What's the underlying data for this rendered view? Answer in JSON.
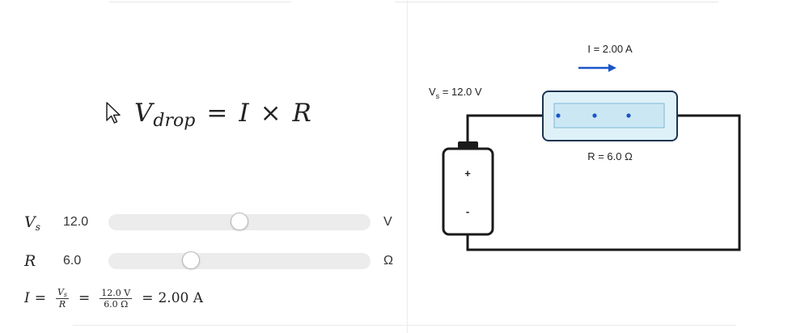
{
  "equation": {
    "lhs_var": "V",
    "lhs_sub": "drop",
    "equals": "=",
    "var_i": "I",
    "times": "×",
    "var_r": "R"
  },
  "controls": {
    "vs": {
      "symbol": "V",
      "symbol_sub": "s",
      "value": "12.0",
      "unit": "V",
      "fraction": 0.5
    },
    "r": {
      "symbol": "R",
      "value": "6.0",
      "unit": "Ω",
      "fraction": 0.3
    }
  },
  "formula": {
    "lhs": "I",
    "eq1": "=",
    "frac1_num": "V",
    "frac1_num_sub": "s",
    "frac1_den": "R",
    "eq2": "=",
    "frac2_num": "12.0 V",
    "frac2_den": "6.0 Ω",
    "eq3": "=",
    "result": "2.00 A"
  },
  "circuit": {
    "current_label": "I = 2.00 A",
    "voltage_label_prefix": "V",
    "voltage_label_sub": "s",
    "voltage_label_suffix": " = 12.0 V",
    "resistance_label": "R = 6.0 Ω",
    "battery_plus": "+",
    "battery_minus": "-",
    "colors": {
      "arrow": "#1a56c8",
      "resistor_fill": "#dff1f8",
      "resistor_border": "#1b3550",
      "charge": "#1a56c8",
      "wire": "#1a1a1a"
    }
  }
}
